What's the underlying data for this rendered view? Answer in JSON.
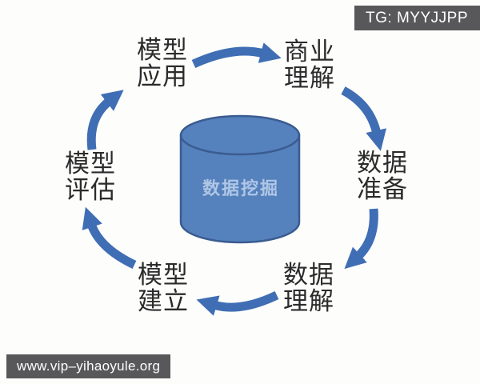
{
  "page": {
    "background_color": "#fdfdfc"
  },
  "watermarks": {
    "tg_badge": {
      "label": "TG: MYYJJPP",
      "bg_color": "#58585b",
      "text_color": "#ffffff"
    },
    "url_badge": {
      "label": "www.vip–yihaoyule.org",
      "bg_color": "#58585b",
      "text_color": "#ffffff"
    }
  },
  "diagram": {
    "type": "circular-process-cycle",
    "direction": "clockwise",
    "arrow_color": "#3f6eb4",
    "stage_text_color": "#2b2b2b",
    "center": {
      "shape": "database-cylinder",
      "label": "数据挖掘",
      "fill_color": "#5581bd",
      "stroke_color": "#3a5c90",
      "label_color": "#afc6e5"
    },
    "stages": [
      {
        "line1": "商业",
        "line2": "理解",
        "position": "top-right"
      },
      {
        "line1": "数据",
        "line2": "准备",
        "position": "right"
      },
      {
        "line1": "数据",
        "line2": "理解",
        "position": "bottom-right"
      },
      {
        "line1": "模型",
        "line2": "建立",
        "position": "bottom-left"
      },
      {
        "line1": "模型",
        "line2": "评估",
        "position": "left"
      },
      {
        "line1": "模型",
        "line2": "应用",
        "position": "top-left"
      }
    ]
  }
}
